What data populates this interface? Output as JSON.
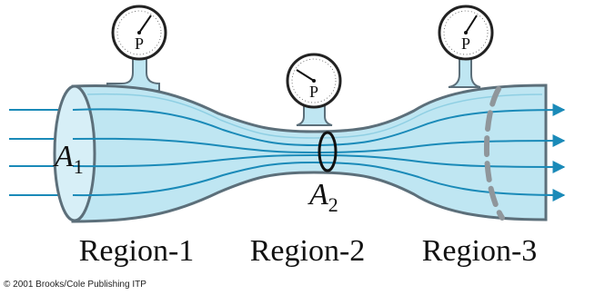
{
  "colors": {
    "fluid": "#bfe6f2",
    "fluid_dark": "#8fcfe3",
    "pipe_edge": "#5c6f7a",
    "streamline": "#1a8ab8",
    "gauge_face": "#ffffff",
    "gauge_rim": "#222222",
    "plane_dash": "#8f969b",
    "cross_section": "#111111"
  },
  "gauges": [
    {
      "name": "gauge-region-1",
      "letter": "P"
    },
    {
      "name": "gauge-region-2",
      "letter": "P"
    },
    {
      "name": "gauge-region-3",
      "letter": "P"
    }
  ],
  "labels": {
    "area_1_letter": "A",
    "area_1_sub": "1",
    "area_2_letter": "A",
    "area_2_sub": "2"
  },
  "regions": [
    "Region-1",
    "Region-2",
    "Region-3"
  ],
  "copyright": "© 2001 Brooks/Cole Publishing ITP"
}
